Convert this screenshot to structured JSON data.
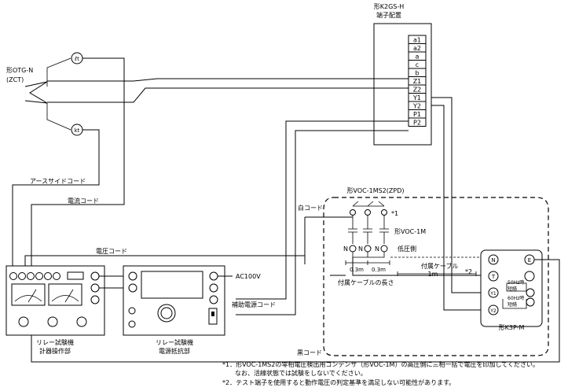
{
  "terminal_block": {
    "title_line1": "形K2GS-H",
    "title_line2": "端子配置",
    "terminals": [
      "a1",
      "a2",
      "a",
      "c",
      "b",
      "Z1",
      "Z2",
      "Y1",
      "Y2",
      "P1",
      "P2"
    ]
  },
  "zct": {
    "label_line1": "形OTG-N",
    "label_line2": "(ZCT)",
    "kt_upper": "ℓt",
    "kt_lower": "kt"
  },
  "wire_labels": {
    "earth_side_cord": "アースサイドコード",
    "current_cord": "電流コード",
    "voltage_cord": "電圧コード",
    "aux_power_cord": "補助電源コード",
    "white_cord": "白コード",
    "black_cord": "黒コード",
    "ac100v": "AC100V"
  },
  "instruments": {
    "meter_unit_line1": "リレー試験機",
    "meter_unit_line2": "計器操作部",
    "power_unit_line1": "リレー試験機",
    "power_unit_line2": "電源抵抗部"
  },
  "voc": {
    "title": "形VOC-1MS2(ZPD)",
    "sub_label": "形VOC-1M",
    "note_mark": "*1",
    "low_side": "低圧側",
    "n_labels": [
      "N",
      "N",
      "N"
    ],
    "dim_03_a": "0.3m",
    "dim_03_b": "0.3m",
    "cable_len": "付属ケーブルの長さ",
    "att_cable": "付属ケーブル",
    "att_len": "1m",
    "note2_mark": "*2"
  },
  "k3p": {
    "name": "形K3P-M",
    "terminals": [
      "N",
      "E",
      "T",
      "Y1",
      "Y2"
    ],
    "short_60_line1": "50Hz時",
    "short_60_line2": "短絡",
    "short_50_line1": "60Hz時",
    "short_50_line2": "短絡"
  },
  "notes": {
    "note1": "*1．形VOC-1MS2の零相電圧検出用コンデンサ（形VOC-1M）の高圧側に三相一括で電圧を印加してください。",
    "note1b": "なお、活線状態では試験をしないでください。",
    "note2": "*2．テスト端子を使用すると動作電圧の判定基準を満足しない可能性があります。"
  }
}
